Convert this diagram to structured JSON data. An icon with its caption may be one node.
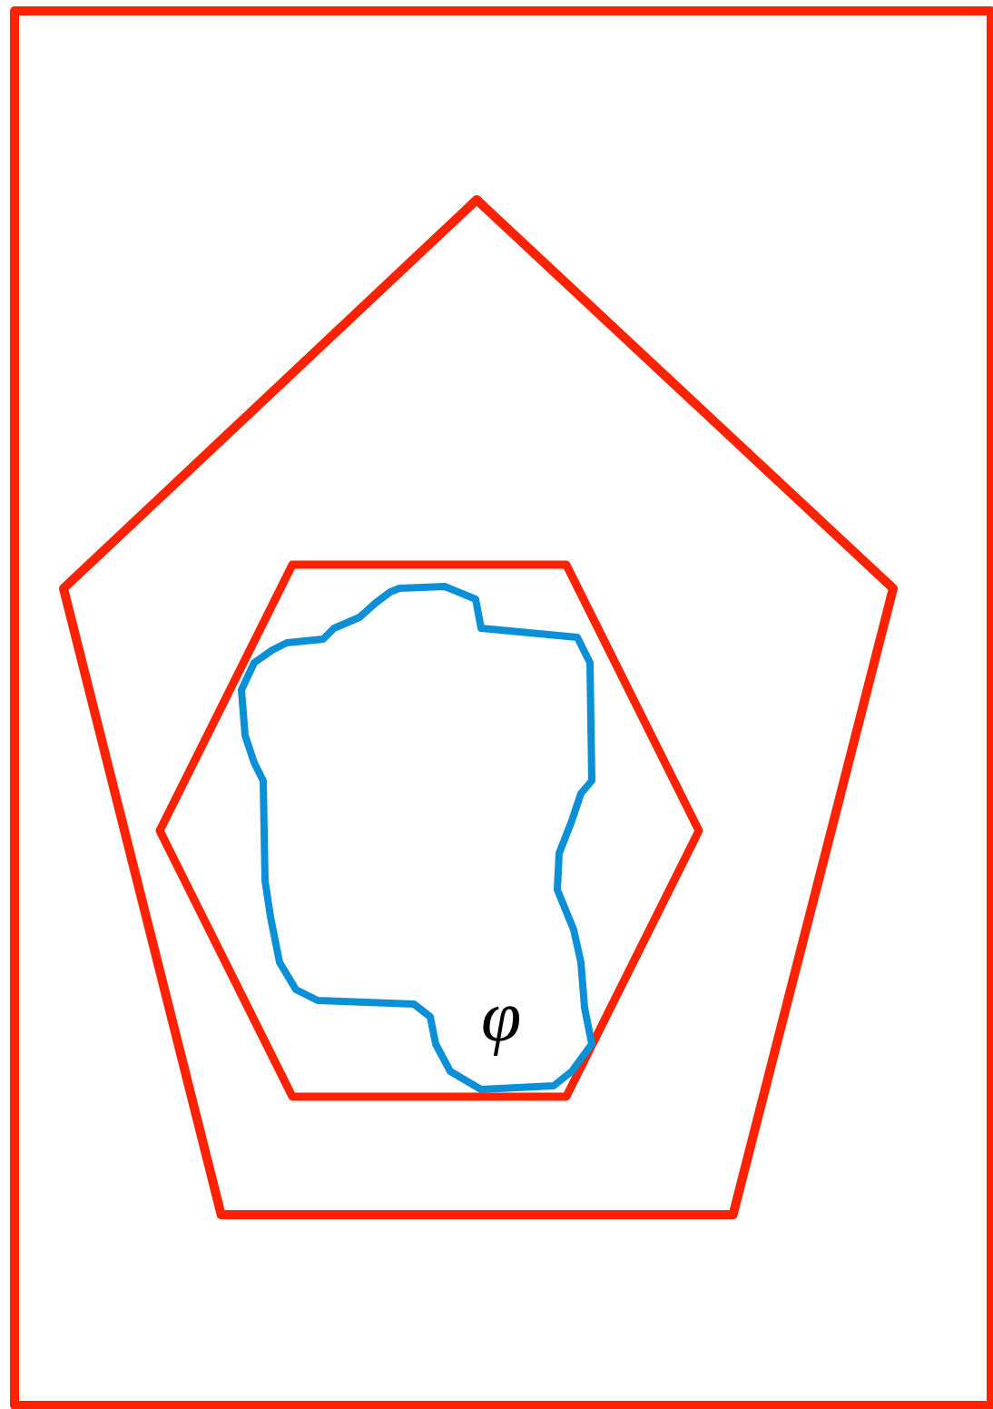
{
  "diagram": {
    "nodes": [
      {
        "text": [],
        "shape": "box"
      },
      {
        "text": [],
        "shape": "pentagon",
        "in": 0
      },
      {
        "text": [],
        "shape": "hexagon",
        "in": 1
      },
      {
        "text": [],
        "shape": "blob",
        "in": 2
      }
    ],
    "labels": [
      "φ"
    ]
  }
}
